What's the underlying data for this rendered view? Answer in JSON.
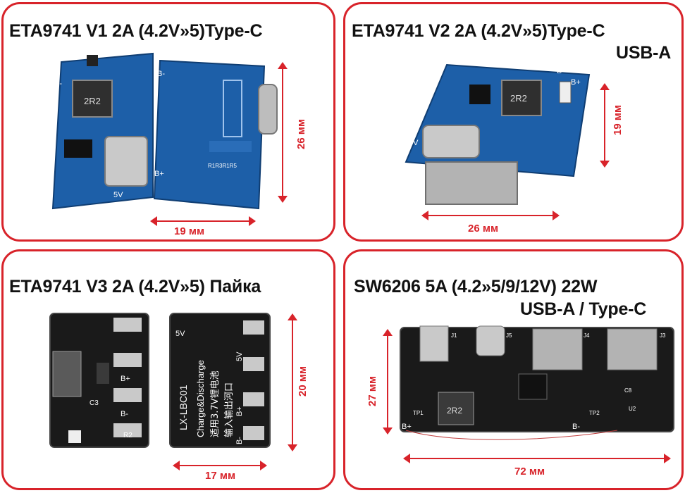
{
  "colors": {
    "frame": "#d8232a",
    "pcb_blue": "#1d5fa8",
    "pcb_black": "#1a1a1a",
    "dimension": "#d8232a"
  },
  "panels": [
    {
      "title": "ETA9741 V1 2A (4.2V»5)Type-C",
      "dims": {
        "width": "19 мм",
        "height": "26 мм"
      },
      "board_labels": {
        "a": "2R2",
        "b": "B-",
        "c": "B+",
        "d": "5V",
        "e": "R1R3R1R5"
      }
    },
    {
      "title": "ETA9741 V2 2A (4.2V»5)Type-C",
      "subtitle": "USB-A",
      "dims": {
        "width": "26 мм",
        "height": "19 мм"
      },
      "board_labels": {
        "a": "2R2",
        "b": "B-",
        "c": "B+",
        "d": "5V"
      }
    },
    {
      "title": "ETA9741 V3 2A (4.2V»5) Пайка",
      "dims": {
        "width": "17 мм",
        "height": "20 мм"
      },
      "board_labels": {
        "a": "5V",
        "b": "LX-LBC01",
        "c": "Charge&Discharge",
        "d": "适用3.7V锂电池",
        "e": "输入输出河口",
        "f": "B+",
        "g": "B-",
        "h": "B-",
        "i": "5V",
        "j": "C3",
        "k": "R2"
      }
    },
    {
      "title": "SW6206 5A (4.2»5/9/12V) 22W",
      "subtitle": "USB-A / Type-C",
      "dims": {
        "width": "72 мм",
        "height": "27 мм"
      },
      "board_labels": {
        "a": "2R2",
        "b": "B+",
        "c": "B-",
        "d": "J1",
        "e": "J5",
        "f": "J4",
        "g": "J3",
        "h": "TP1",
        "i": "TP2",
        "j": "U2",
        "k": "C8"
      }
    }
  ]
}
